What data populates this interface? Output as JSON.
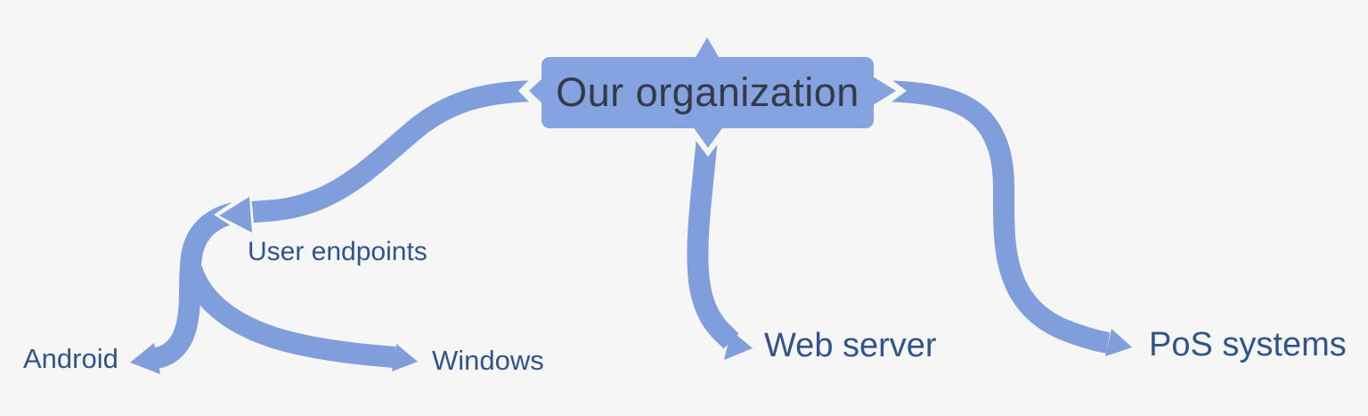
{
  "diagram": {
    "type": "mindmap",
    "tree": {
      "label": "Our organization",
      "children": [
        {
          "label": "User endpoints",
          "children": [
            {
              "label": "Android"
            },
            {
              "label": "Windows"
            }
          ]
        },
        {
          "label": "Web server"
        },
        {
          "label": "PoS systems"
        }
      ]
    },
    "colors": {
      "background": "#f6f6f6",
      "ribbon": "#7f9edb",
      "central_node_fill": "#84a3e0",
      "central_node_text": "#333b46",
      "branch_label_text": "#31548c"
    }
  }
}
